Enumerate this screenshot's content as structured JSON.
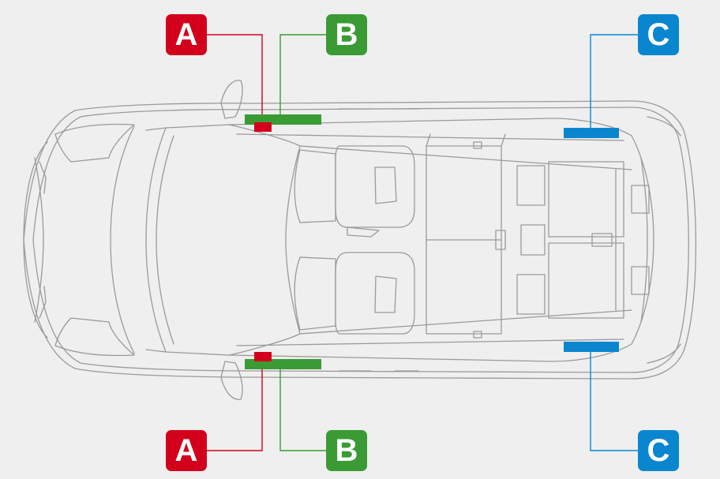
{
  "colors": {
    "background": "#efefef",
    "outline": "#9a9a9a",
    "a": "#d3001c",
    "b": "#3a9b35",
    "c": "#0a86cf"
  },
  "callouts": {
    "a_top": "A",
    "b_top": "B",
    "c_top": "C",
    "a_bottom": "A",
    "b_bottom": "B",
    "c_bottom": "C"
  }
}
